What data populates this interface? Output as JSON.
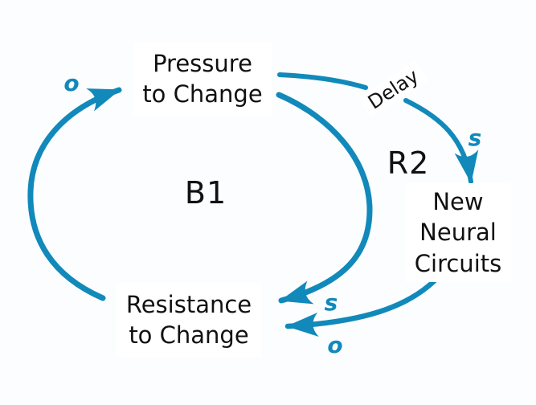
{
  "colors": {
    "accent": "#1189ba",
    "ink": "#111111",
    "background": "#fbfdfe",
    "label_bg": "#ffffff"
  },
  "nodes": {
    "pressure": {
      "label": "Pressure\nto Change"
    },
    "resistance": {
      "label": "Resistance\nto Change"
    },
    "neural": {
      "label": "New\nNeural\nCircuits"
    }
  },
  "loops": {
    "b1": {
      "label": "B1"
    },
    "r2": {
      "label": "R2"
    }
  },
  "annotations": {
    "delay": "Delay"
  },
  "polarities": {
    "resistance_to_pressure": "o",
    "pressure_to_neural": "s",
    "pressure_to_resistance": "s",
    "neural_to_resistance": "o"
  },
  "edges": [
    {
      "from": "Resistance to Change",
      "to": "Pressure to Change",
      "polarity": "o",
      "delay": false
    },
    {
      "from": "Pressure to Change",
      "to": "New Neural Circuits",
      "polarity": "s",
      "delay": true
    },
    {
      "from": "Pressure to Change",
      "to": "Resistance to Change",
      "polarity": "s",
      "delay": false
    },
    {
      "from": "New Neural Circuits",
      "to": "Resistance to Change",
      "polarity": "o",
      "delay": false
    }
  ]
}
